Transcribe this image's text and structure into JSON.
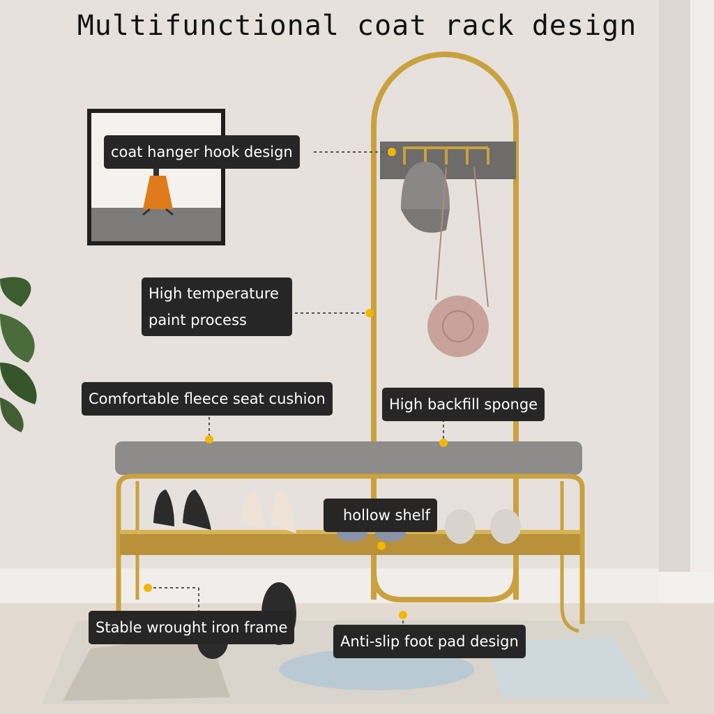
{
  "title": "Multifunctional coat rack design",
  "callouts": {
    "hook": "coat hanger hook design",
    "paint": "High temperature paint process",
    "cushion": "Comfortable fleece seat cushion",
    "sponge": "High backfill sponge",
    "shelf": "hollow shelf",
    "frame": "Stable wrought iron frame",
    "foot": "Anti-slip foot pad design"
  },
  "colors": {
    "wall": "#e7e2dd",
    "gold": "#c9a23f",
    "cushion": "#8e8c8a",
    "label_bg": "#262626",
    "label_text": "#ffffff",
    "marker": "#f2b705"
  }
}
